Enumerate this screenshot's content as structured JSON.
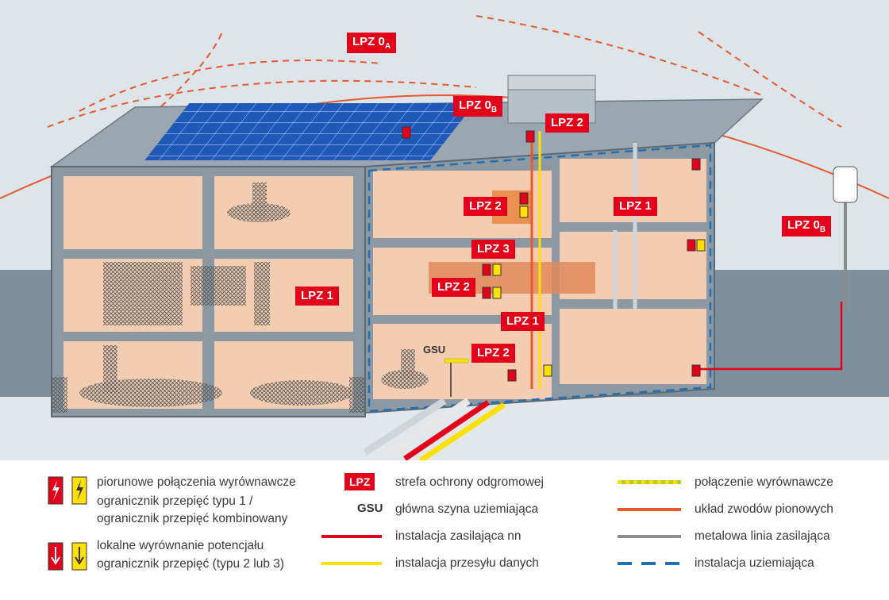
{
  "zones": {
    "lpz0a": {
      "main": "LPZ 0",
      "sub": "A"
    },
    "lpz0b_roof": {
      "main": "LPZ 0",
      "sub": "B"
    },
    "lpz0b_right": {
      "main": "LPZ 0",
      "sub": "B"
    },
    "lpz2_roof": "LPZ 2",
    "lpz2_mid": "LPZ 2",
    "lpz3": "LPZ 3",
    "lpz2_room": "LPZ 2",
    "lpz1_center": "LPZ 1",
    "lpz1_right": "LPZ 1",
    "lpz1_left": "LPZ 1",
    "lpz2_bottom": "LPZ 2",
    "gsu": "GSU"
  },
  "legend": {
    "item1": [
      "piorunowe połączenia wyrównawcze",
      "ogranicznik przepięć typu 1 /",
      "ogranicznik przepięć kombinowany"
    ],
    "item2": [
      "lokalne wyrównanie potencjału",
      "ogranicznik przepięć (typu 2 lub 3)"
    ],
    "lpz_label": "LPZ",
    "lpz_text": "strefa ochrony odgromowej",
    "gsu_label": "GSU",
    "gsu_text": "główna szyna uziemiająca",
    "nn_text": "instalacja zasilająca nn",
    "data_text": "instalacja przesyłu danych",
    "equip_text": "połączenie wyrównawcze",
    "down_text": "układ zwodów pionowych",
    "metal_text": "metalowa linia zasilająca",
    "earth_text": "instalacja uziemiająca"
  },
  "colors": {
    "lpz_red": "#e3001b",
    "power_red": "#e3001b",
    "data_yellow": "#ffe000",
    "down_orange": "#e8582a",
    "metal_grey": "#8e8e8e",
    "earth_blue": "#1f6fb5",
    "equip_green": "#b5c93a"
  }
}
